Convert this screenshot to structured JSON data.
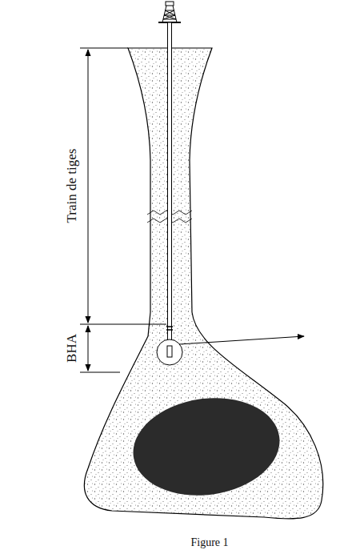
{
  "diagram": {
    "caption": "Figure 1",
    "labels": [
      "Train de tiges",
      "BHA"
    ]
  }
}
